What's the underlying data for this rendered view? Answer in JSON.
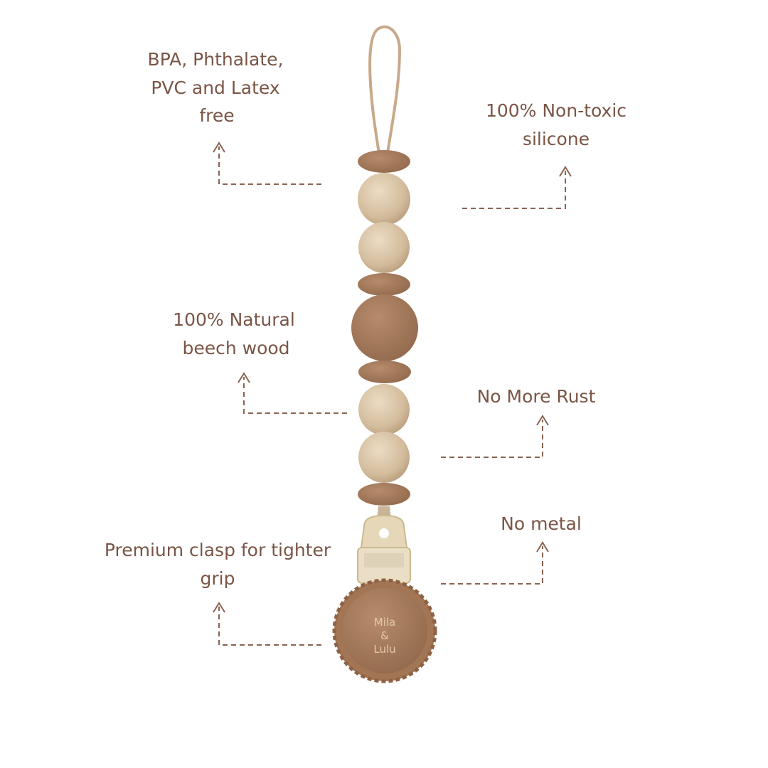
{
  "features": [
    {
      "lines": [
        "BPA, Phthalate,",
        "PVC and Latex",
        "free"
      ]
    },
    {
      "lines": [
        "100% Non-toxic",
        "silicone"
      ]
    },
    {
      "lines": [
        "100% Natural",
        "beech wood"
      ]
    },
    {
      "lines": [
        "No More Rust"
      ]
    },
    {
      "lines": [
        "No metal"
      ]
    },
    {
      "lines": [
        "Premium clasp for tighter",
        "grip"
      ]
    }
  ],
  "product": {
    "brand_lines": [
      "Mila",
      "&",
      "Lulu"
    ]
  },
  "colors": {
    "text": "#7a5546",
    "silicone": "#a57a5c",
    "wood": "#d8c3a5",
    "clasp": "#e8dcc0"
  }
}
